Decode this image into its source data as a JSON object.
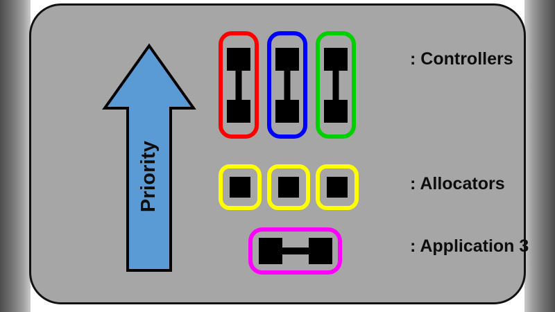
{
  "figure": {
    "background_color": "#ffffff",
    "panel_color": "#a6a6a6",
    "panel_border_color": "#111111"
  },
  "priority_axis": {
    "label": "Priority",
    "direction": "up",
    "arrow_fill": "#5b9bd5",
    "arrow_outline": "#000000"
  },
  "rows": [
    {
      "id": "controllers",
      "legend": ": Controllers",
      "shape": "vertical-dumbbell",
      "items": [
        {
          "name": "controller-1",
          "border_color": "#ff0000"
        },
        {
          "name": "controller-2",
          "border_color": "#0000ff"
        },
        {
          "name": "controller-3",
          "border_color": "#00d000"
        }
      ]
    },
    {
      "id": "allocators",
      "legend": ": Allocators",
      "shape": "square",
      "items": [
        {
          "name": "allocator-1",
          "border_color": "#ffff00"
        },
        {
          "name": "allocator-2",
          "border_color": "#ffff00"
        },
        {
          "name": "allocator-3",
          "border_color": "#ffff00"
        }
      ]
    },
    {
      "id": "application",
      "legend": ": Application 3",
      "shape": "horizontal-dumbbell",
      "items": [
        {
          "name": "application-3",
          "border_color": "#ff00ff"
        }
      ]
    }
  ]
}
